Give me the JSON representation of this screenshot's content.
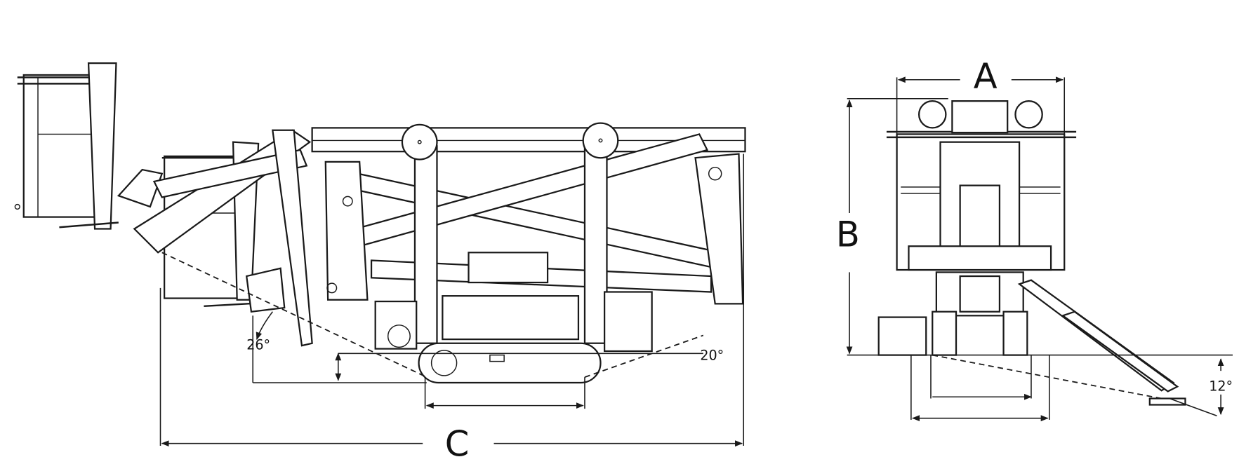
{
  "labels": {
    "width_label": "A",
    "height_label": "B",
    "length_label": "C",
    "angle_rear": "26°",
    "angle_front": "20°",
    "angle_side": "12°"
  },
  "colors": {
    "line": "#1a1a1a",
    "background": "#ffffff"
  }
}
